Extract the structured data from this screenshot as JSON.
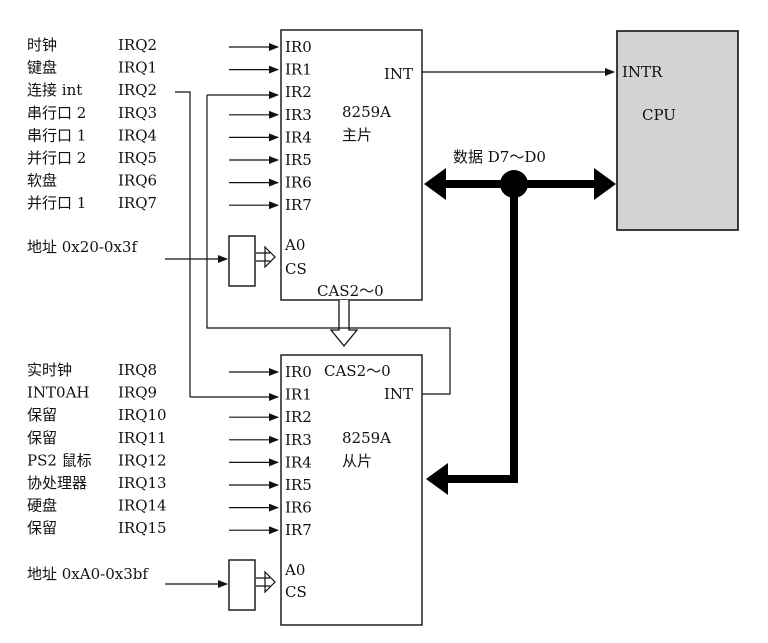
{
  "master": {
    "title": "8259A",
    "subtitle": "主片",
    "int_label": "INT",
    "cas_label": "CAS2～0",
    "a0": "A0",
    "cs": "CS",
    "pins": [
      "IR0",
      "IR1",
      "IR2",
      "IR3",
      "IR4",
      "IR5",
      "IR6",
      "IR7"
    ],
    "devices": [
      {
        "name": "时钟",
        "irq": "IRQ2"
      },
      {
        "name": "键盘",
        "irq": "IRQ1"
      },
      {
        "name": "连接 int",
        "irq": "IRQ2"
      },
      {
        "name": "串行口 2",
        "irq": "IRQ3"
      },
      {
        "name": "串行口 1",
        "irq": "IRQ4"
      },
      {
        "name": "并行口 2",
        "irq": "IRQ5"
      },
      {
        "name": "软盘",
        "irq": "IRQ6"
      },
      {
        "name": "并行口 1",
        "irq": "IRQ7"
      }
    ],
    "address": "地址 0x20-0x3f"
  },
  "slave": {
    "title": "8259A",
    "subtitle": "从片",
    "int_label": "INT",
    "cas_label": "CAS2～0",
    "a0": "A0",
    "cs": "CS",
    "pins": [
      "IR0",
      "IR1",
      "IR2",
      "IR3",
      "IR4",
      "IR5",
      "IR6",
      "IR7"
    ],
    "devices": [
      {
        "name": "实时钟",
        "irq": "IRQ8"
      },
      {
        "name": "INT0AH",
        "irq": "IRQ9"
      },
      {
        "name": "保留",
        "irq": "IRQ10"
      },
      {
        "name": "保留",
        "irq": "IRQ11"
      },
      {
        "name": "PS2 鼠标",
        "irq": "IRQ12"
      },
      {
        "name": "协处理器",
        "irq": "IRQ13"
      },
      {
        "name": "硬盘",
        "irq": "IRQ14"
      },
      {
        "name": "保留",
        "irq": "IRQ15"
      }
    ],
    "address": "地址 0xA0-0x3bf"
  },
  "cpu": {
    "intr": "INTR",
    "label": "CPU"
  },
  "bus_label": "数据 D7～D0",
  "colors": {
    "cpu_fill": "#d3d3d3",
    "line": "#111111",
    "bus": "#000000"
  }
}
